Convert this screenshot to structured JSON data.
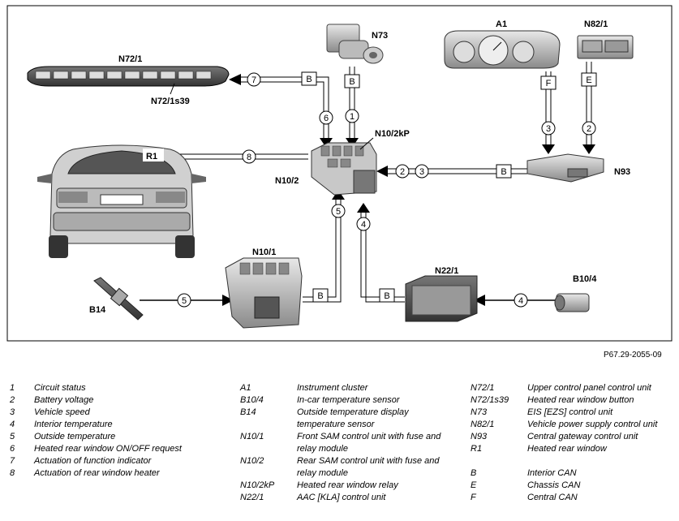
{
  "components": {
    "n72_1": "N72/1",
    "n72_1s39": "N72/1s39",
    "n73": "N73",
    "a1": "A1",
    "n82_1": "N82/1",
    "n10_2kp": "N10/2kP",
    "n10_2": "N10/2",
    "n93": "N93",
    "r1": "R1",
    "n10_1": "N10/1",
    "n22_1": "N22/1",
    "b10_4": "B10/4",
    "b14": "B14"
  },
  "bus_labels": {
    "b": "B",
    "e": "E",
    "f": "F"
  },
  "signal_numbers": [
    "1",
    "2",
    "3",
    "4",
    "5",
    "6",
    "7",
    "8"
  ],
  "reference": "P67.29-2055-09",
  "legend_signals": [
    {
      "key": "1",
      "text": "Circuit status"
    },
    {
      "key": "2",
      "text": "Battery voltage"
    },
    {
      "key": "3",
      "text": "Vehicle speed"
    },
    {
      "key": "4",
      "text": "Interior temperature"
    },
    {
      "key": "5",
      "text": "Outside temperature"
    },
    {
      "key": "6",
      "text": "Heated rear window ON/OFF request"
    },
    {
      "key": "7",
      "text": "Actuation of function indicator"
    },
    {
      "key": "8",
      "text": "Actuation of rear window heater"
    }
  ],
  "legend_components_a": [
    {
      "key": "A1",
      "text": "Instrument cluster"
    },
    {
      "key": "B10/4",
      "text": "In-car temperature sensor"
    },
    {
      "key": "B14",
      "text": "Outside temperature display temperature sensor"
    },
    {
      "key": "N10/1",
      "text": "Front SAM control unit with fuse and relay module"
    },
    {
      "key": "N10/2",
      "text": "Rear SAM control unit with fuse and relay module"
    },
    {
      "key": "N10/2kP",
      "text": "Heated rear window relay"
    },
    {
      "key": "N22/1",
      "text": "AAC [KLA] control unit"
    }
  ],
  "legend_components_b": [
    {
      "key": "N72/1",
      "text": "Upper control panel control unit"
    },
    {
      "key": "N72/1s39",
      "text": "Heated rear window button"
    },
    {
      "key": "N73",
      "text": "EIS [EZS] control unit"
    },
    {
      "key": "N82/1",
      "text": "Vehicle power supply control unit"
    },
    {
      "key": "N93",
      "text": "Central gateway control unit"
    },
    {
      "key": "R1",
      "text": "Heated rear window"
    }
  ],
  "legend_buses": [
    {
      "key": "B",
      "text": "Interior CAN"
    },
    {
      "key": "E",
      "text": "Chassis CAN"
    },
    {
      "key": "F",
      "text": "Central CAN"
    }
  ]
}
